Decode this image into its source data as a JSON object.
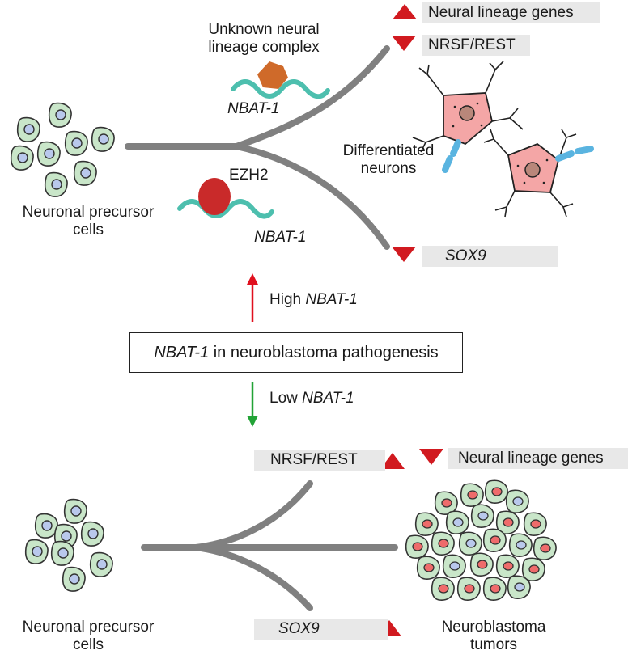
{
  "top": {
    "precursor_label": [
      "Neuronal precursor",
      "cells"
    ],
    "complex_label": [
      "Unknown neural",
      "lineage complex"
    ],
    "nbat_upper": "NBAT-1",
    "ezh2": "EZH2",
    "nbat_lower": "NBAT-1",
    "neural_genes": "Neural lineage genes",
    "nrsf": "NRSF/REST",
    "differentiated": [
      "Differentiated",
      "neurons"
    ],
    "sox9": "SOX9"
  },
  "middle": {
    "high_prefix": "High ",
    "high_gene": "NBAT-1",
    "main_gene": "NBAT-1",
    "main_rest": " in neuroblastoma pathogenesis",
    "low_prefix": "Low ",
    "low_gene": "NBAT-1"
  },
  "bottom": {
    "precursor_label": [
      "Neuronal precursor",
      "cells"
    ],
    "nrsf": "NRSF/REST",
    "neural_genes": "Neural lineage genes",
    "sox9": "SOX9",
    "tumor_label": [
      "Neuroblastoma",
      "tumors"
    ]
  },
  "colors": {
    "up_arrow": "#e0101e",
    "down_arrow": "#22a336",
    "triangle": "#d11a20",
    "branch": "#808080",
    "cell_fill": "#c9e6c9",
    "nucleus": "#b9c8ec",
    "tumor_nucleus": "#ef6b6b",
    "rna": "#4dbfae",
    "complex": "#cf6a2a",
    "ezh2": "#c92a2a",
    "neuron": "#f4a6a6",
    "axon": "#5ab4e0"
  }
}
